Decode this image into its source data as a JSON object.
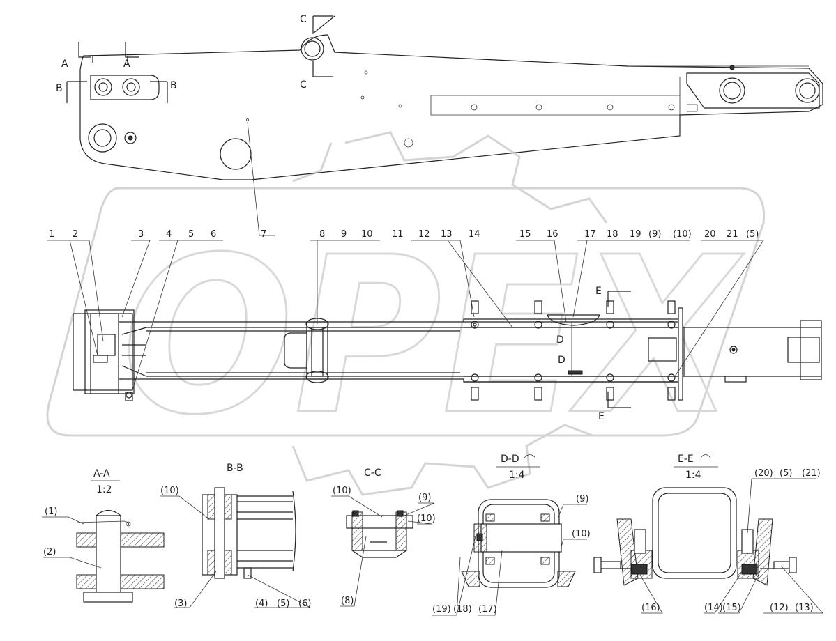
{
  "callouts_top": [
    "1",
    "2",
    "3",
    "4",
    "5",
    "6",
    "7",
    "8",
    "9",
    "10",
    "11",
    "12",
    "13",
    "14",
    "15",
    "16",
    "17",
    "18",
    "19",
    "(9)",
    "(10)",
    "20",
    "21",
    "(5)"
  ],
  "cut_letters": {
    "a1": "A",
    "a2": "A",
    "b1": "B",
    "b2": "B",
    "c1": "C",
    "c2": "C",
    "d1": "D",
    "d2": "D",
    "e1": "E",
    "e2": "E"
  },
  "sections": {
    "aa": {
      "title": "A-A",
      "scale": "1:2"
    },
    "bb": {
      "title": "B-B"
    },
    "cc": {
      "title": "C-C"
    },
    "dd": {
      "title": "D-D",
      "scale": "1:4"
    },
    "ee": {
      "title": "E-E",
      "scale": "1:4"
    }
  },
  "aa_labels": [
    "(1)",
    "(2)"
  ],
  "bb_labels": [
    "(10)",
    "(3)",
    "(4)",
    "(5)",
    "(6)"
  ],
  "cc_labels": [
    "(10)",
    "(9)",
    "(10)",
    "(8)"
  ],
  "dd_labels": [
    "(9)",
    "(10)",
    "(19)",
    "(18)",
    "(17)"
  ],
  "ee_labels": [
    "(20)",
    "(5)",
    "(21)",
    "(16)",
    "(14)",
    "(15)",
    "(12)",
    "(13)"
  ],
  "watermark": "OPEX"
}
